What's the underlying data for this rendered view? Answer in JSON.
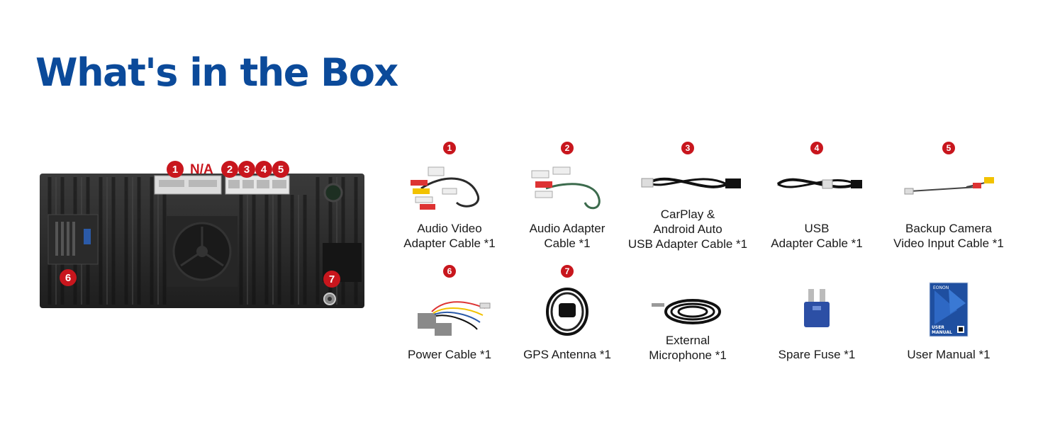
{
  "page_title": "What's in the Box",
  "colors": {
    "title": "#0b4a9a",
    "badge": "#c8161d"
  },
  "unit": {
    "port_badges": [
      "1",
      "2",
      "3",
      "4",
      "5"
    ],
    "na_label": "N/A",
    "side_badges": [
      "6",
      "7"
    ]
  },
  "items": [
    {
      "num": "1",
      "label": "Audio Video\nAdapter Cable *1",
      "icon": "av-cable-icon"
    },
    {
      "num": "2",
      "label": "Audio Adapter\nCable *1",
      "icon": "audio-cable-icon"
    },
    {
      "num": "3",
      "label": "CarPlay &\nAndroid Auto\nUSB Adapter Cable *1",
      "icon": "usb-adapter-cable-icon"
    },
    {
      "num": "4",
      "label": "USB\nAdapter Cable *1",
      "icon": "usb-cable-icon"
    },
    {
      "num": "5",
      "label": "Backup Camera\nVideo Input Cable *1",
      "icon": "camera-cable-icon"
    },
    {
      "num": "6",
      "label": "Power Cable *1",
      "icon": "power-cable-icon"
    },
    {
      "num": "7",
      "label": "GPS Antenna *1",
      "icon": "gps-antenna-icon"
    },
    {
      "num": "",
      "label": "External\nMicrophone *1",
      "icon": "microphone-icon"
    },
    {
      "num": "",
      "label": "Spare Fuse *1",
      "icon": "fuse-icon"
    },
    {
      "num": "",
      "label": "User Manual *1",
      "icon": "manual-icon"
    }
  ],
  "manual_cover": {
    "brand": "EONON",
    "text_line1": "USER",
    "text_line2": "MANUAL"
  }
}
